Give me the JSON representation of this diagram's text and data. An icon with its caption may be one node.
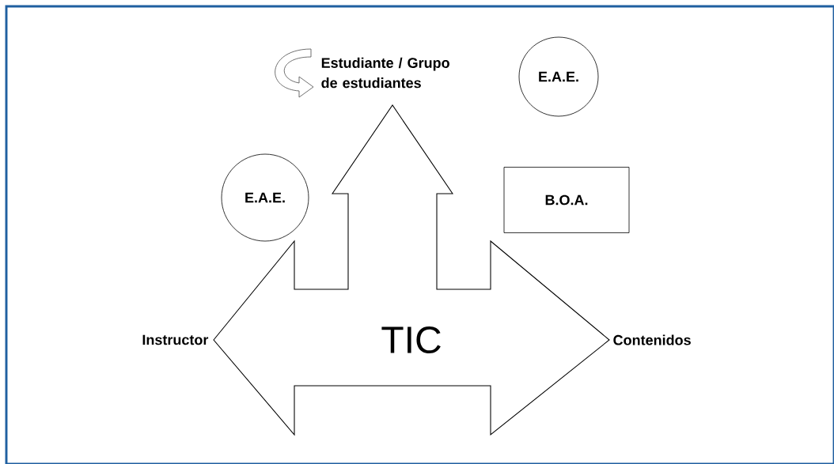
{
  "diagram": {
    "nodes": [
      {
        "text": [
          "TIC"
        ]
      },
      {
        "text": [
          "Instructor"
        ]
      },
      {
        "text": [
          "Contenidos"
        ]
      },
      {
        "text": [
          "Estudiante / Grupo de estudiantes"
        ]
      },
      {
        "text": [
          "E.A.E."
        ]
      },
      {
        "text": [
          "E.A.E."
        ]
      },
      {
        "text": [
          "B.O.A."
        ]
      }
    ]
  }
}
